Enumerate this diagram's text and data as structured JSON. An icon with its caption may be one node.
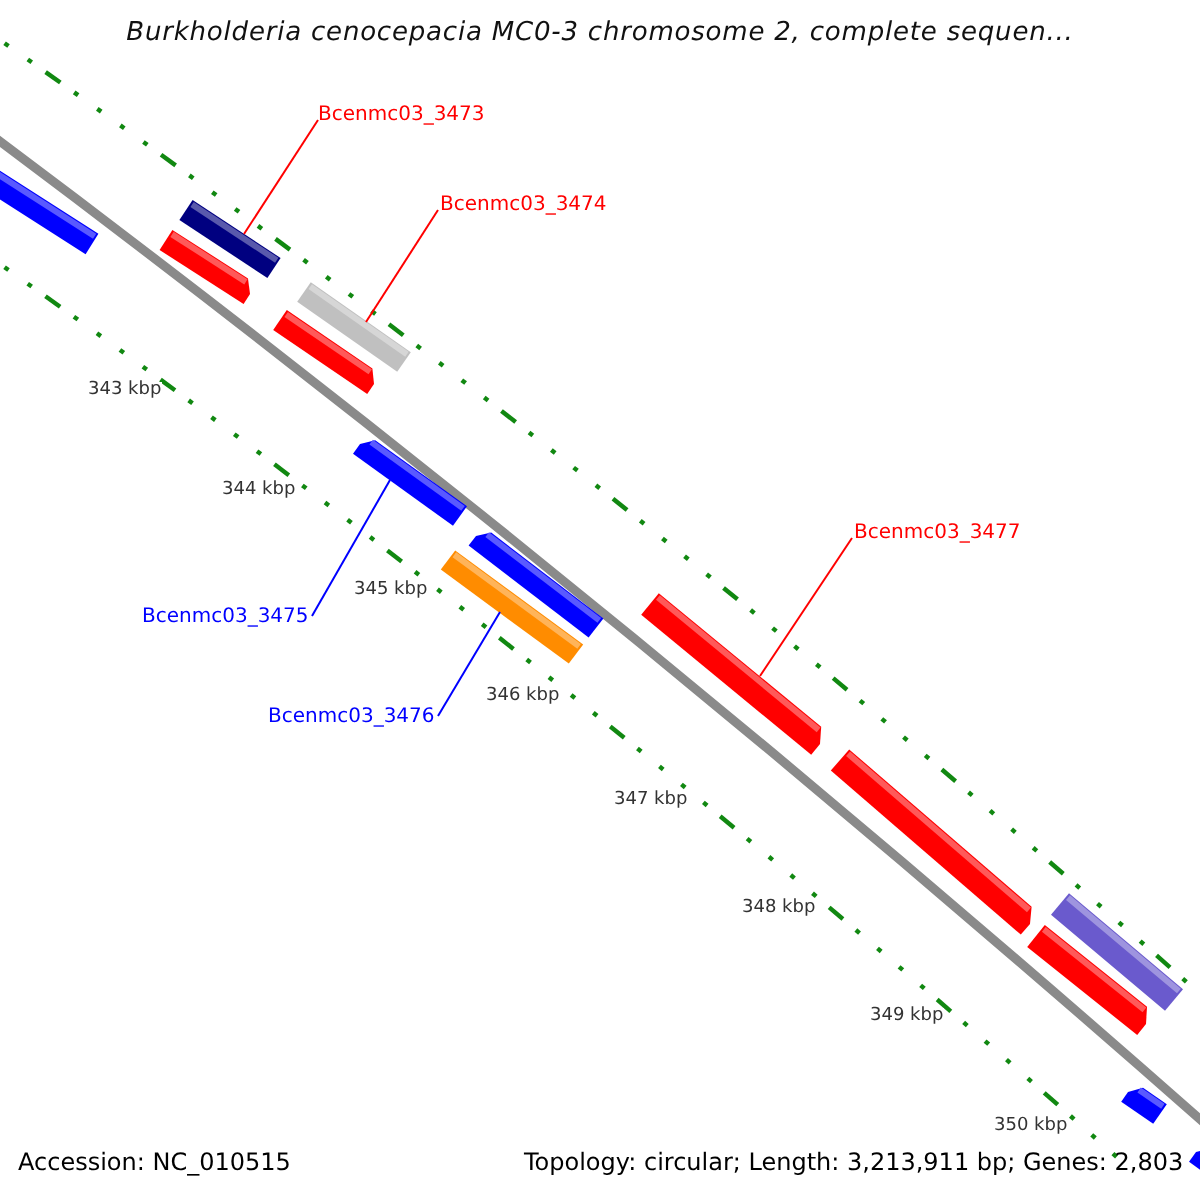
{
  "diagram": {
    "title": "Burkholderia cenocepacia MC0-3 chromosome 2, complete sequen...",
    "nodes": [
      {
        "text": [
          "Bcenmc03_3473"
        ]
      },
      {
        "text": [],
        "shape": "bar"
      },
      {
        "text": [
          "Bcenmc03_3474"
        ]
      },
      {
        "text": [],
        "shape": "bar"
      },
      {
        "text": [
          "Bcenmc03_3475"
        ]
      },
      {
        "text": [],
        "shape": "bar"
      },
      {
        "text": [
          "Bcenmc03_3476"
        ]
      },
      {
        "text": [],
        "shape": "bar"
      },
      {
        "text": [
          "Bcenmc03_3477"
        ]
      },
      {
        "text": [],
        "shape": "bar"
      },
      {
        "text": [],
        "shape": "bar"
      },
      {
        "text": [],
        "shape": "bar"
      },
      {
        "text": [],
        "shape": "bar"
      },
      {
        "text": [],
        "shape": "bar"
      },
      {
        "text": [],
        "shape": "bar"
      },
      {
        "text": [],
        "shape": "bar"
      },
      {
        "text": [],
        "shape": "bar"
      },
      {
        "text": [],
        "shape": "bar"
      },
      {
        "text": [],
        "shape": "bar"
      }
    ],
    "edges": [
      {
        "from": 0,
        "to": 1,
        "arrow": "none"
      },
      {
        "from": 2,
        "to": 3,
        "arrow": "none"
      },
      {
        "from": 4,
        "to": 5,
        "arrow": "none",
        "color": "#0000ff"
      },
      {
        "from": 6,
        "to": 7,
        "arrow": "none",
        "color": "#0000ff"
      },
      {
        "from": 8,
        "to": 9,
        "arrow": "none"
      }
    ],
    "labels": [
      "343 kbp",
      "344 kbp",
      "345 kbp",
      "346 kbp",
      "347 kbp",
      "348 kbp",
      "349 kbp",
      "350 kbp",
      "Accession: NC_010515",
      "Topology: circular; Length: 3,213,911 bp; Genes: 2,803"
    ]
  }
}
